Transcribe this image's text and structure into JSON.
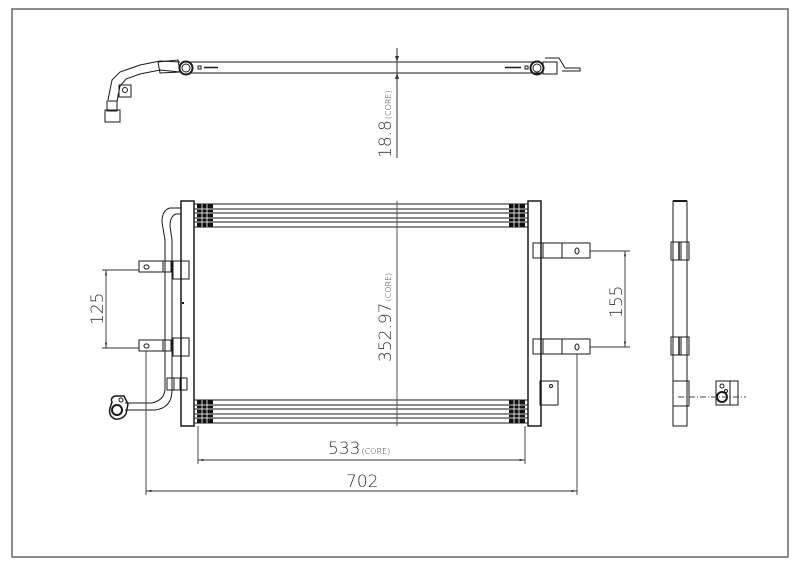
{
  "drawing": {
    "type": "Condenser technical drawing",
    "views": [
      "top-view",
      "front-view",
      "side-view",
      "fitting-detail"
    ]
  },
  "dimensions": {
    "core_depth": {
      "value": "18.8",
      "note": "(CORE)"
    },
    "core_height": {
      "value": "352.97",
      "note": "(CORE)"
    },
    "core_width": {
      "value": "533",
      "note": "(CORE)"
    },
    "overall_width": {
      "value": "702",
      "note": ""
    },
    "left_bracket_spacing": {
      "value": "125",
      "note": ""
    },
    "right_bracket_spacing": {
      "value": "155",
      "note": ""
    }
  },
  "colors": {
    "line": "#1a1a1a",
    "dim_line": "#444444",
    "border": "#666666",
    "background": "#ffffff"
  }
}
